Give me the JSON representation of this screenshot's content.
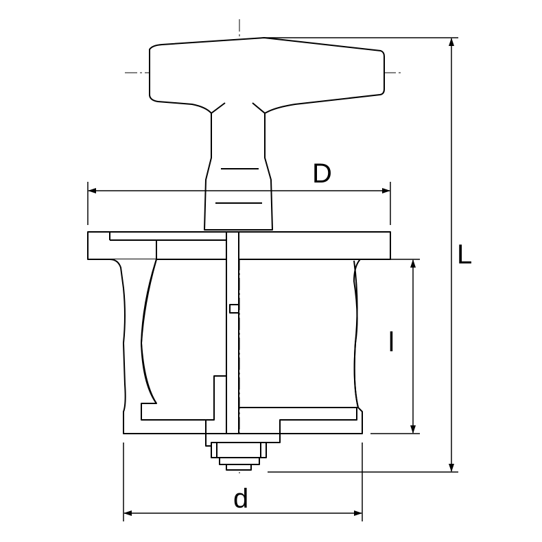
{
  "diagram": {
    "kind": "valve technical drawing",
    "colors": {
      "stroke": "#000000",
      "background": "#ffffff"
    },
    "dimensions": {
      "D": "D",
      "L": "L",
      "l": "l",
      "d": "d"
    }
  }
}
